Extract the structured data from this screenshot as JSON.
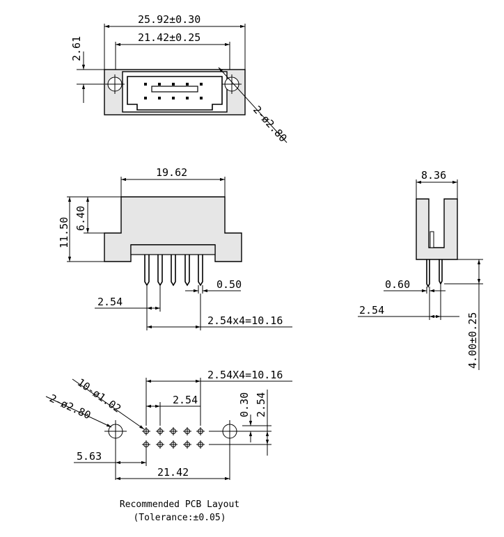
{
  "top_view": {
    "dim_overall": "25.92±0.30",
    "dim_inner": "21.42±0.25",
    "dim_height": "2.61",
    "dim_hole": "2-ø2.80"
  },
  "front_view": {
    "dim_width": "19.62",
    "dim_height_total": "11.50",
    "dim_height_upper": "6.40",
    "dim_pin": "0.50",
    "dim_pitch": "2.54",
    "dim_span": "2.54x4=10.16"
  },
  "side_view": {
    "dim_width": "8.36",
    "dim_pin": "0.60",
    "dim_pitch": "2.54",
    "dim_pin_length": "4.00±0.25"
  },
  "pcb_layout": {
    "dim_span": "2.54X4=10.16",
    "dim_pitch_x": "2.54",
    "dim_holes_small": "10-ø1.02",
    "dim_holes_large": "2-ø2.80",
    "dim_offset": "0.30",
    "dim_pitch_y": "2.54",
    "dim_edge": "5.63",
    "dim_total": "21.42",
    "caption_line1": "Recommended PCB Layout",
    "caption_line2": "(Tolerance:±0.05)"
  }
}
